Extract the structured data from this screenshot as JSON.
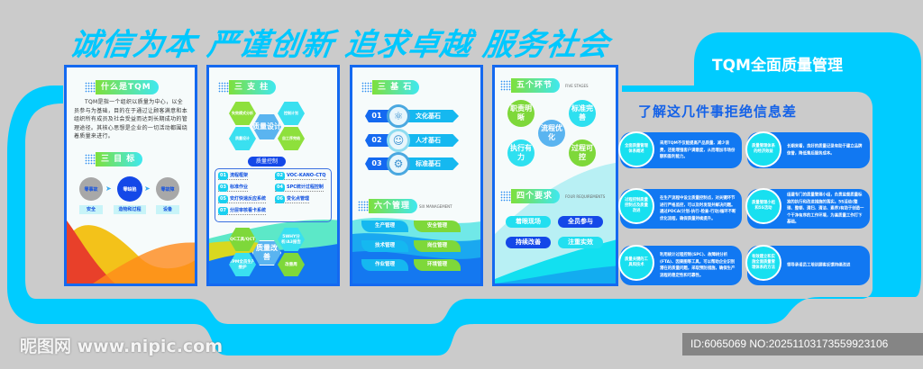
{
  "colors": {
    "cyan": "#00ccff",
    "blue": "#1469f0",
    "green": "#7ee03c",
    "background": "#cbcbcb"
  },
  "slogan": "诚信为本 严谨创新 追求卓越 服务社会",
  "panel1": {
    "title": "什么是TQM",
    "paragraph": "TQM是指一个组织以质量为中心，以全员参与为基础，目的在于通过让顾客满意和本组织所有成员及社会受益而达到长期成功的管理途径。其核心思想是企业的一切活动都围绕着质量来进行。",
    "goal_title": "三 目 标",
    "goals": [
      {
        "circle": "零事故",
        "label": "安全"
      },
      {
        "circle": "零缺陷",
        "label": "造物和过程"
      },
      {
        "circle": "零故障",
        "label": "设备"
      }
    ]
  },
  "panel2": {
    "title": "三 支 柱",
    "design_center": "质量设计",
    "design_items": [
      "失效模式分析",
      "控制计划",
      "质量设计",
      "自工序完结"
    ],
    "control_title": "质量控制",
    "control_items": [
      {
        "no": "01",
        "text": "流程框架"
      },
      {
        "no": "02",
        "text": "VOC-KANO-CTQ"
      },
      {
        "no": "03",
        "text": "标准作业"
      },
      {
        "no": "04",
        "text": "SPC统计过程控制"
      },
      {
        "no": "05",
        "text": "安灯快速反应系统"
      },
      {
        "no": "06",
        "text": "变化点管理"
      },
      {
        "no": "07",
        "text": "分层审核看卡系统"
      }
    ],
    "improve_center": "质量改善",
    "improve_items": [
      "QC工具/QCT",
      "5WHY分析/A3报告",
      "TPM全员生产维护",
      "改善周"
    ]
  },
  "panel3": {
    "title": "三 基 石",
    "stones": [
      {
        "no": "01",
        "icon": "atom-icon",
        "text": "文化基石"
      },
      {
        "no": "02",
        "icon": "person-icon",
        "text": "人才基石"
      },
      {
        "no": "03",
        "icon": "gear-icon",
        "text": "标准基石"
      }
    ],
    "six_title": "六个管理",
    "six_sub": "SIX MANAGEMENT",
    "six_items": [
      "生产管理",
      "安全管理",
      "技术管理",
      "岗位管理",
      "作业管理",
      "环境管理"
    ]
  },
  "panel4": {
    "title": "五个环节",
    "title_sub": "FIVE STAGES",
    "stages": [
      "职责明晰",
      "标准完善",
      "流程优化",
      "执行有力",
      "过程可控"
    ],
    "req_title": "四个要求",
    "req_sub": "FOUR REQUIREMENTS",
    "requirements": [
      "着眼现场",
      "全员参与",
      "持续改善",
      "注重实效"
    ]
  },
  "right": {
    "tab_title": "TQM全面质量管理",
    "heading": "了解这几件事拒绝信息差",
    "cards": [
      {
        "badge": "全面质量管理体系概述",
        "text": "采用TQM不仅能提高产品质量、减少浪费，还能增强客户满意度，从而增加市场份额和盈利能力。"
      },
      {
        "badge": "质量管理体系的经济效益",
        "text": "长期来看，良好的质量记录有助于建立品牌信誉，降低售后服务成本。"
      },
      {
        "badge": "过程控制质量控制点及质量改进",
        "text": "在生产流程中设立质量控制点，对关键环节进行严格监控，可以及时发现并解决问题。通过PDCA(计划-执行-检查-行动)循环不断优化流程，确保质量持续提升。"
      },
      {
        "badge": "质量管理小组和5S活动",
        "text": "组建专门的质量管理小组，负责监督质量标准的执行和改进措施的落实。5S活动(整理、整顿、清扫、清洁、素养)有助于创造一个干净有序的工作环境，为高质量工作打下基础。"
      },
      {
        "badge": "质量关键的工具和技术",
        "text": "利用统计过程控制(SPC)、故障树分析(FTA)、因果图等工具，可以帮助企业识别潜在的质量问题，采取预防措施，确保生产流程的稳定性和可靠性。"
      },
      {
        "badge": "有效建立和实施全面质量管理体系的方法",
        "text": "领导承诺员工培训顾客反馈持续改进"
      }
    ]
  },
  "watermark": {
    "logo": "昵图网 www.nipic.com",
    "id": "ID:6065069 NO:20251103173559923106"
  }
}
